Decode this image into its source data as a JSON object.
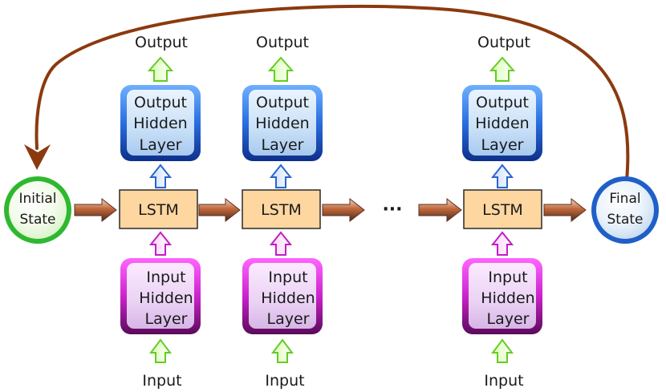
{
  "output_labels": [
    "Output",
    "Output",
    "Output"
  ],
  "input_labels": [
    "Input",
    "Input",
    "Input"
  ],
  "output_hidden_layer": [
    "Output",
    "Hidden",
    "Layer"
  ],
  "input_hidden_layer": [
    "Input",
    "Hidden",
    "Layer"
  ],
  "lstm_labels": [
    "LSTM",
    "LSTM",
    "LSTM"
  ],
  "initial_state": [
    "Initial",
    "State"
  ],
  "final_state": [
    "Final",
    "State"
  ],
  "ellipsis": "···",
  "colors": {
    "loop_arrow": "#8b3a0e",
    "green_arrow": "#7ed321",
    "blue": "#1f5fc8",
    "magenta": "#c21ec2",
    "lstm_fill": "#fdd6a0",
    "initial_green": "#3fd43f",
    "final_blue": "#2a66cc"
  }
}
